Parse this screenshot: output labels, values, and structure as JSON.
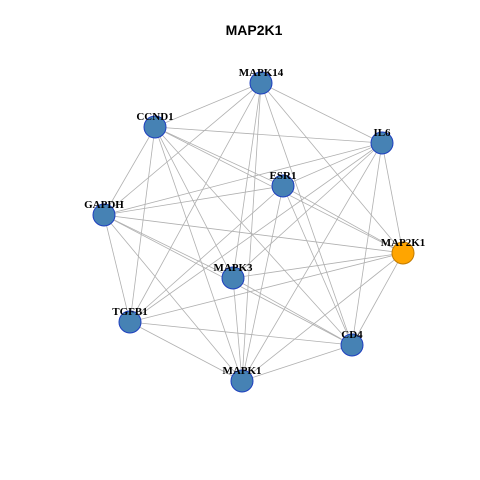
{
  "title": "MAP2K1",
  "colors": {
    "node_fill": "#4682B4",
    "node_stroke": "#1E3FBF",
    "highlight_fill": "#FFA500",
    "highlight_stroke": "#C07A00",
    "edge": "#B0B0B0"
  },
  "highlight": "MAP2K1",
  "nodes": [
    {
      "id": "MAPK14"
    },
    {
      "id": "CCND1"
    },
    {
      "id": "IL6"
    },
    {
      "id": "ESR1"
    },
    {
      "id": "GAPDH"
    },
    {
      "id": "MAP2K1"
    },
    {
      "id": "MAPK3"
    },
    {
      "id": "TGFB1"
    },
    {
      "id": "CD4"
    },
    {
      "id": "MAPK1"
    }
  ],
  "edges": [
    [
      "MAPK14",
      "CCND1"
    ],
    [
      "MAPK14",
      "IL6"
    ],
    [
      "MAPK14",
      "GAPDH"
    ],
    [
      "MAPK14",
      "MAPK3"
    ],
    [
      "MAPK14",
      "TGFB1"
    ],
    [
      "MAPK14",
      "MAPK1"
    ],
    [
      "MAPK14",
      "CD4"
    ],
    [
      "MAPK14",
      "MAP2K1"
    ],
    [
      "CCND1",
      "IL6"
    ],
    [
      "CCND1",
      "GAPDH"
    ],
    [
      "CCND1",
      "ESR1"
    ],
    [
      "CCND1",
      "MAP2K1"
    ],
    [
      "CCND1",
      "MAPK3"
    ],
    [
      "CCND1",
      "TGFB1"
    ],
    [
      "CCND1",
      "CD4"
    ],
    [
      "CCND1",
      "MAPK1"
    ],
    [
      "IL6",
      "ESR1"
    ],
    [
      "IL6",
      "GAPDH"
    ],
    [
      "IL6",
      "MAP2K1"
    ],
    [
      "IL6",
      "MAPK3"
    ],
    [
      "IL6",
      "TGFB1"
    ],
    [
      "IL6",
      "CD4"
    ],
    [
      "IL6",
      "MAPK1"
    ],
    [
      "ESR1",
      "GAPDH"
    ],
    [
      "ESR1",
      "MAP2K1"
    ],
    [
      "ESR1",
      "TGFB1"
    ],
    [
      "ESR1",
      "CD4"
    ],
    [
      "ESR1",
      "MAPK1"
    ],
    [
      "GAPDH",
      "MAP2K1"
    ],
    [
      "GAPDH",
      "MAPK3"
    ],
    [
      "GAPDH",
      "TGFB1"
    ],
    [
      "GAPDH",
      "CD4"
    ],
    [
      "GAPDH",
      "MAPK1"
    ],
    [
      "MAP2K1",
      "TGFB1"
    ],
    [
      "MAP2K1",
      "CD4"
    ],
    [
      "MAP2K1",
      "MAPK1"
    ],
    [
      "MAP2K1",
      "MAPK3"
    ],
    [
      "MAPK3",
      "CD4"
    ],
    [
      "MAPK3",
      "MAPK1"
    ],
    [
      "TGFB1",
      "CD4"
    ],
    [
      "TGFB1",
      "MAPK1"
    ],
    [
      "CD4",
      "MAPK1"
    ]
  ]
}
